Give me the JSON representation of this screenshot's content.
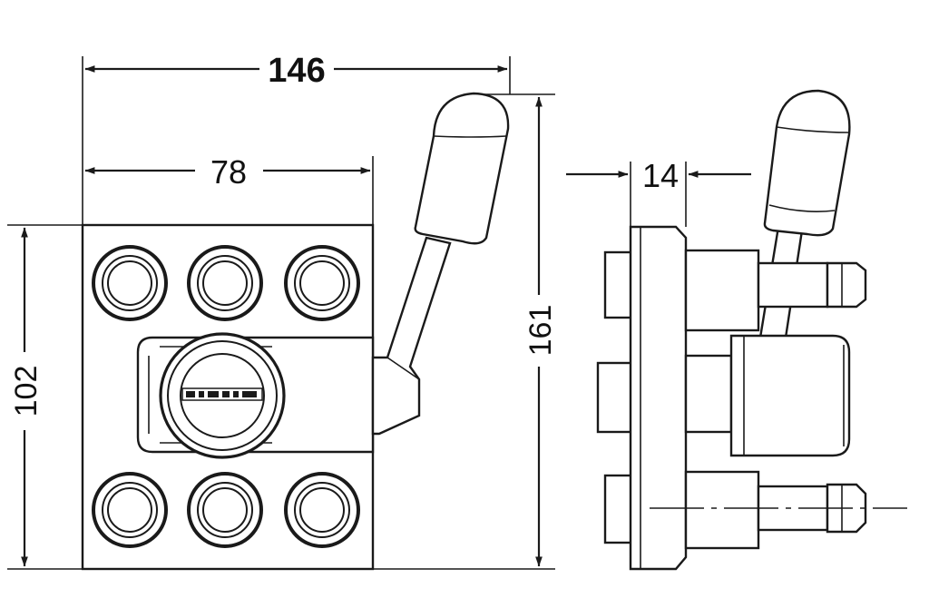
{
  "dimensions": {
    "overall_width": "146",
    "body_width": "78",
    "body_height": "102",
    "overall_height": "161",
    "side_thickness": "14"
  },
  "colors": {
    "line": "#1a1a1a",
    "background": "#ffffff"
  }
}
